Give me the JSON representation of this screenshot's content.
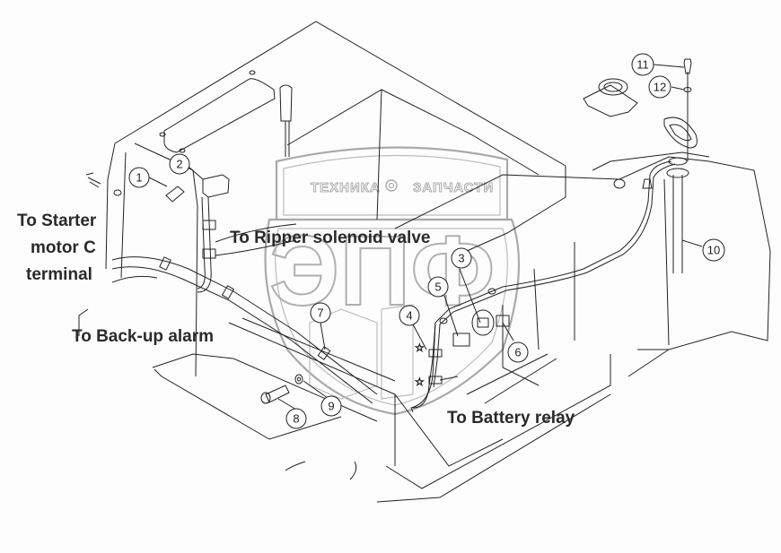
{
  "diagram": {
    "watermark": {
      "line_left": "ТЕХНИКА",
      "line_right": "ЗАПЧАСТИ",
      "logo_letters": "ЭПФ",
      "gear_icon": "gear-icon"
    },
    "labels": {
      "starter_line1": "To Starter",
      "starter_line2": "motor C",
      "starter_line3": "terminal",
      "ripper": "To Ripper solenoid valve",
      "backup_alarm": "To Back-up alarm",
      "battery_relay": "To Battery relay"
    },
    "callouts": [
      "1",
      "2",
      "3",
      "4",
      "5",
      "6",
      "7",
      "8",
      "9",
      "10",
      "11",
      "12"
    ]
  }
}
